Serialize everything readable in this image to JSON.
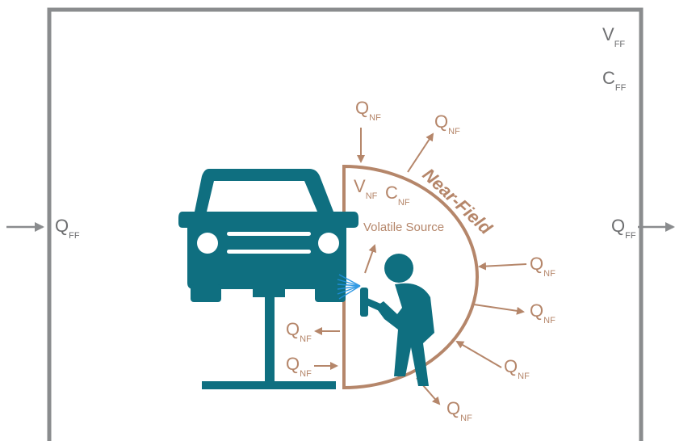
{
  "colors": {
    "room_border": "#8a8c8e",
    "near_field": "#b5866a",
    "teal": "#0f6f80",
    "far_label": "#6d6e70",
    "spray": "#1e90e0"
  },
  "far_field": {
    "volume": {
      "main": "V",
      "sub": "FF"
    },
    "concentration": {
      "main": "C",
      "sub": "FF"
    },
    "flow_in": {
      "main": "Q",
      "sub": "FF"
    },
    "flow_out": {
      "main": "Q",
      "sub": "FF"
    }
  },
  "near_field": {
    "title": "Near-Field",
    "volume": {
      "main": "V",
      "sub": "NF"
    },
    "concentration": {
      "main": "C",
      "sub": "NF"
    },
    "source_label": "Volatile Source",
    "flows": [
      {
        "main": "Q",
        "sub": "NF"
      },
      {
        "main": "Q",
        "sub": "NF"
      },
      {
        "main": "Q",
        "sub": "NF"
      },
      {
        "main": "Q",
        "sub": "NF"
      },
      {
        "main": "Q",
        "sub": "NF"
      },
      {
        "main": "Q",
        "sub": "NF"
      },
      {
        "main": "Q",
        "sub": "NF"
      },
      {
        "main": "Q",
        "sub": "NF"
      }
    ]
  },
  "icons": [
    "car-on-lift-icon",
    "worker-spraying-icon"
  ]
}
